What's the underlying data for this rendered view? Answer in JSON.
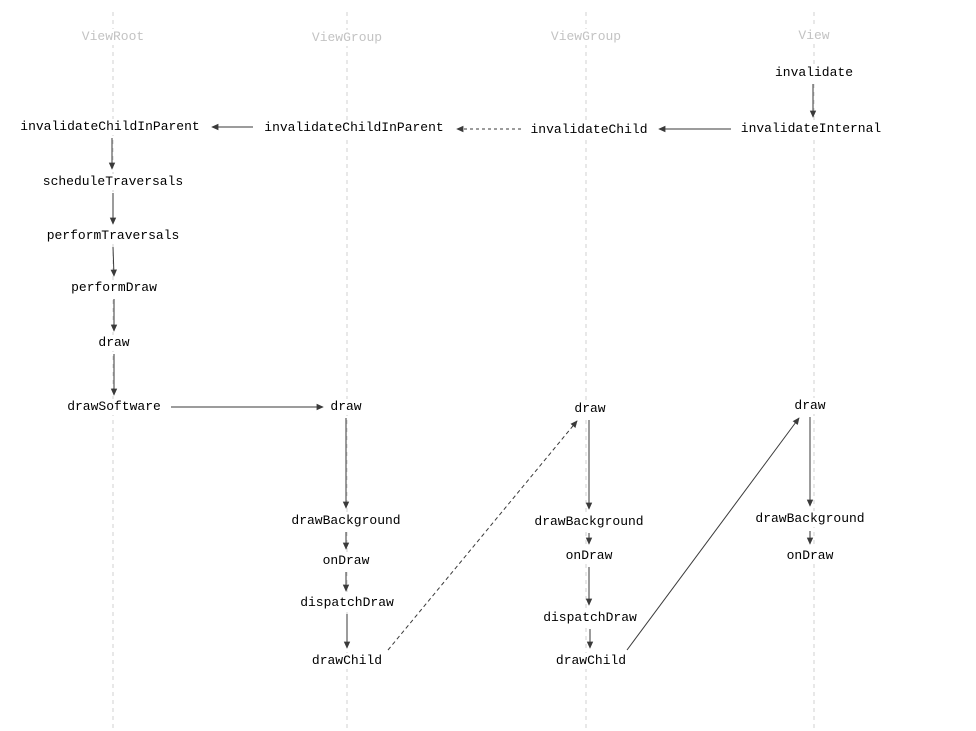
{
  "colors": {
    "background": "#ffffff",
    "edge_line": "#3a3a3a",
    "lifeline": "#d2d2d2",
    "lifeline_label": "#c3c3c3",
    "node_text": "#000000"
  },
  "lifelines": [
    {
      "label": "ViewRoot"
    },
    {
      "label": "ViewGroup"
    },
    {
      "label": "ViewGroup"
    },
    {
      "label": "View"
    }
  ],
  "nodes": {
    "invalidate": "invalidate",
    "invalidate_internal": "invalidateInternal",
    "invalidate_child": "invalidateChild",
    "invalidate_child_in_parent_viewgroup": "invalidateChildInParent",
    "invalidate_child_in_parent_viewroot": "invalidateChildInParent",
    "schedule_traversals": "scheduleTraversals",
    "perform_traversals": "performTraversals",
    "perform_draw": "performDraw",
    "draw_viewroot": "draw",
    "draw_software": "drawSoftware",
    "draw_viewgroup1": "draw",
    "draw_background_viewgroup1": "drawBackground",
    "on_draw_viewgroup1": "onDraw",
    "dispatch_draw_viewgroup1": "dispatchDraw",
    "draw_child_viewgroup1": "drawChild",
    "draw_viewgroup2": "draw",
    "draw_background_viewgroup2": "drawBackground",
    "on_draw_viewgroup2": "onDraw",
    "dispatch_draw_viewgroup2": "dispatchDraw",
    "draw_child_viewgroup2": "drawChild",
    "draw_view": "draw",
    "draw_background_view": "drawBackground",
    "on_draw_view": "onDraw"
  },
  "edges": [
    {
      "from": "invalidate",
      "to": "invalidate_internal",
      "style": "solid"
    },
    {
      "from": "invalidate_internal",
      "to": "invalidate_child",
      "style": "solid"
    },
    {
      "from": "invalidate_child",
      "to": "invalidate_child_in_parent_viewgroup",
      "style": "dashed"
    },
    {
      "from": "invalidate_child_in_parent_viewgroup",
      "to": "invalidate_child_in_parent_viewroot",
      "style": "solid"
    },
    {
      "from": "invalidate_child_in_parent_viewroot",
      "to": "schedule_traversals",
      "style": "solid"
    },
    {
      "from": "schedule_traversals",
      "to": "perform_traversals",
      "style": "solid"
    },
    {
      "from": "perform_traversals",
      "to": "perform_draw",
      "style": "solid"
    },
    {
      "from": "perform_draw",
      "to": "draw_viewroot",
      "style": "solid"
    },
    {
      "from": "draw_viewroot",
      "to": "draw_software",
      "style": "solid"
    },
    {
      "from": "draw_software",
      "to": "draw_viewgroup1",
      "style": "solid"
    },
    {
      "from": "draw_viewgroup1",
      "to": "draw_background_viewgroup1",
      "style": "solid"
    },
    {
      "from": "draw_background_viewgroup1",
      "to": "on_draw_viewgroup1",
      "style": "solid"
    },
    {
      "from": "on_draw_viewgroup1",
      "to": "dispatch_draw_viewgroup1",
      "style": "solid"
    },
    {
      "from": "dispatch_draw_viewgroup1",
      "to": "draw_child_viewgroup1",
      "style": "solid"
    },
    {
      "from": "draw_child_viewgroup1",
      "to": "draw_viewgroup2",
      "style": "dashed"
    },
    {
      "from": "draw_viewgroup2",
      "to": "draw_background_viewgroup2",
      "style": "solid"
    },
    {
      "from": "draw_background_viewgroup2",
      "to": "on_draw_viewgroup2",
      "style": "solid"
    },
    {
      "from": "on_draw_viewgroup2",
      "to": "dispatch_draw_viewgroup2",
      "style": "solid"
    },
    {
      "from": "dispatch_draw_viewgroup2",
      "to": "draw_child_viewgroup2",
      "style": "solid"
    },
    {
      "from": "draw_child_viewgroup2",
      "to": "draw_view",
      "style": "solid"
    },
    {
      "from": "draw_view",
      "to": "draw_background_view",
      "style": "solid"
    },
    {
      "from": "draw_background_view",
      "to": "on_draw_view",
      "style": "solid"
    }
  ]
}
